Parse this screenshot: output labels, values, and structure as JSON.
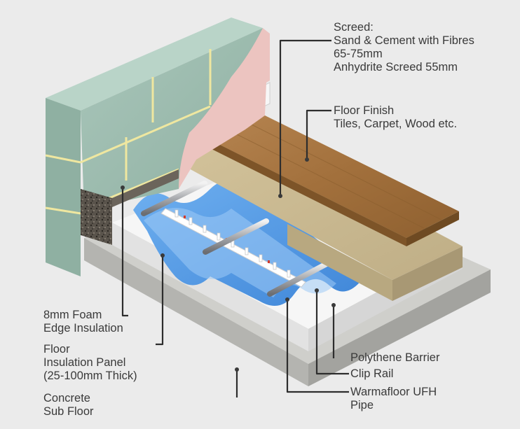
{
  "labels": {
    "screed": {
      "title": "Screed:",
      "line1": "Sand & Cement with Fibres",
      "line2": "65-75mm",
      "line3": "Anhydrite Screed 55mm"
    },
    "floor_finish": {
      "line1": "Floor Finish",
      "line2": "Tiles, Carpet, Wood etc."
    },
    "edge_insulation": {
      "line1": "8mm Foam",
      "line2": "Edge Insulation"
    },
    "insulation_panel": {
      "line1": "Floor",
      "line2": "Insulation Panel",
      "line3": "(25-100mm Thick)"
    },
    "sub_floor": {
      "line1": "Concrete",
      "line2": "Sub Floor"
    },
    "polythene_barrier": {
      "line1": "Polythene Barrier"
    },
    "clip_rail": {
      "line1": "Clip Rail"
    },
    "ufh_pipe": {
      "line1": "Warmafloor UFH",
      "line2": "Pipe"
    }
  },
  "colors": {
    "background": "#ebebeb",
    "wall_block": "#9fbcb0",
    "plaster": "#ecc4c0",
    "concrete": "#c9c9c5",
    "insulation_panel": "#f4f4f4",
    "polythene": "#4a90e0",
    "screed": "#c7b68d",
    "wood_finish": "#a77540",
    "text": "#3a3a3a"
  }
}
